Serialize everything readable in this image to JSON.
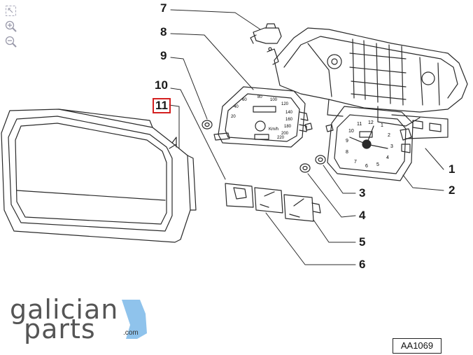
{
  "toolbar": {
    "tools": [
      {
        "name": "fit-screen-icon"
      },
      {
        "name": "zoom-in-icon"
      },
      {
        "name": "zoom-out-icon"
      }
    ]
  },
  "diagram": {
    "callouts": [
      "1",
      "2",
      "3",
      "4",
      "5",
      "6",
      "7",
      "8",
      "9",
      "10",
      "11"
    ],
    "selected_callout": "11",
    "speedo_scale": [
      "20",
      "40",
      "60",
      "80",
      "100",
      "120",
      "140",
      "160",
      "180",
      "200",
      "220"
    ],
    "speedo_unit": "Km/h",
    "clock_numbers": [
      "12",
      "1",
      "2",
      "3",
      "4",
      "5",
      "6",
      "7",
      "8",
      "9",
      "10",
      "11"
    ],
    "reference_code": "AA1069"
  },
  "brand": {
    "line1": "galician",
    "line2": "parts",
    "suffix": ".com",
    "accent": "#8fc3ec"
  },
  "colors": {
    "line": "#2a2a2a",
    "selection": "#d42020"
  }
}
